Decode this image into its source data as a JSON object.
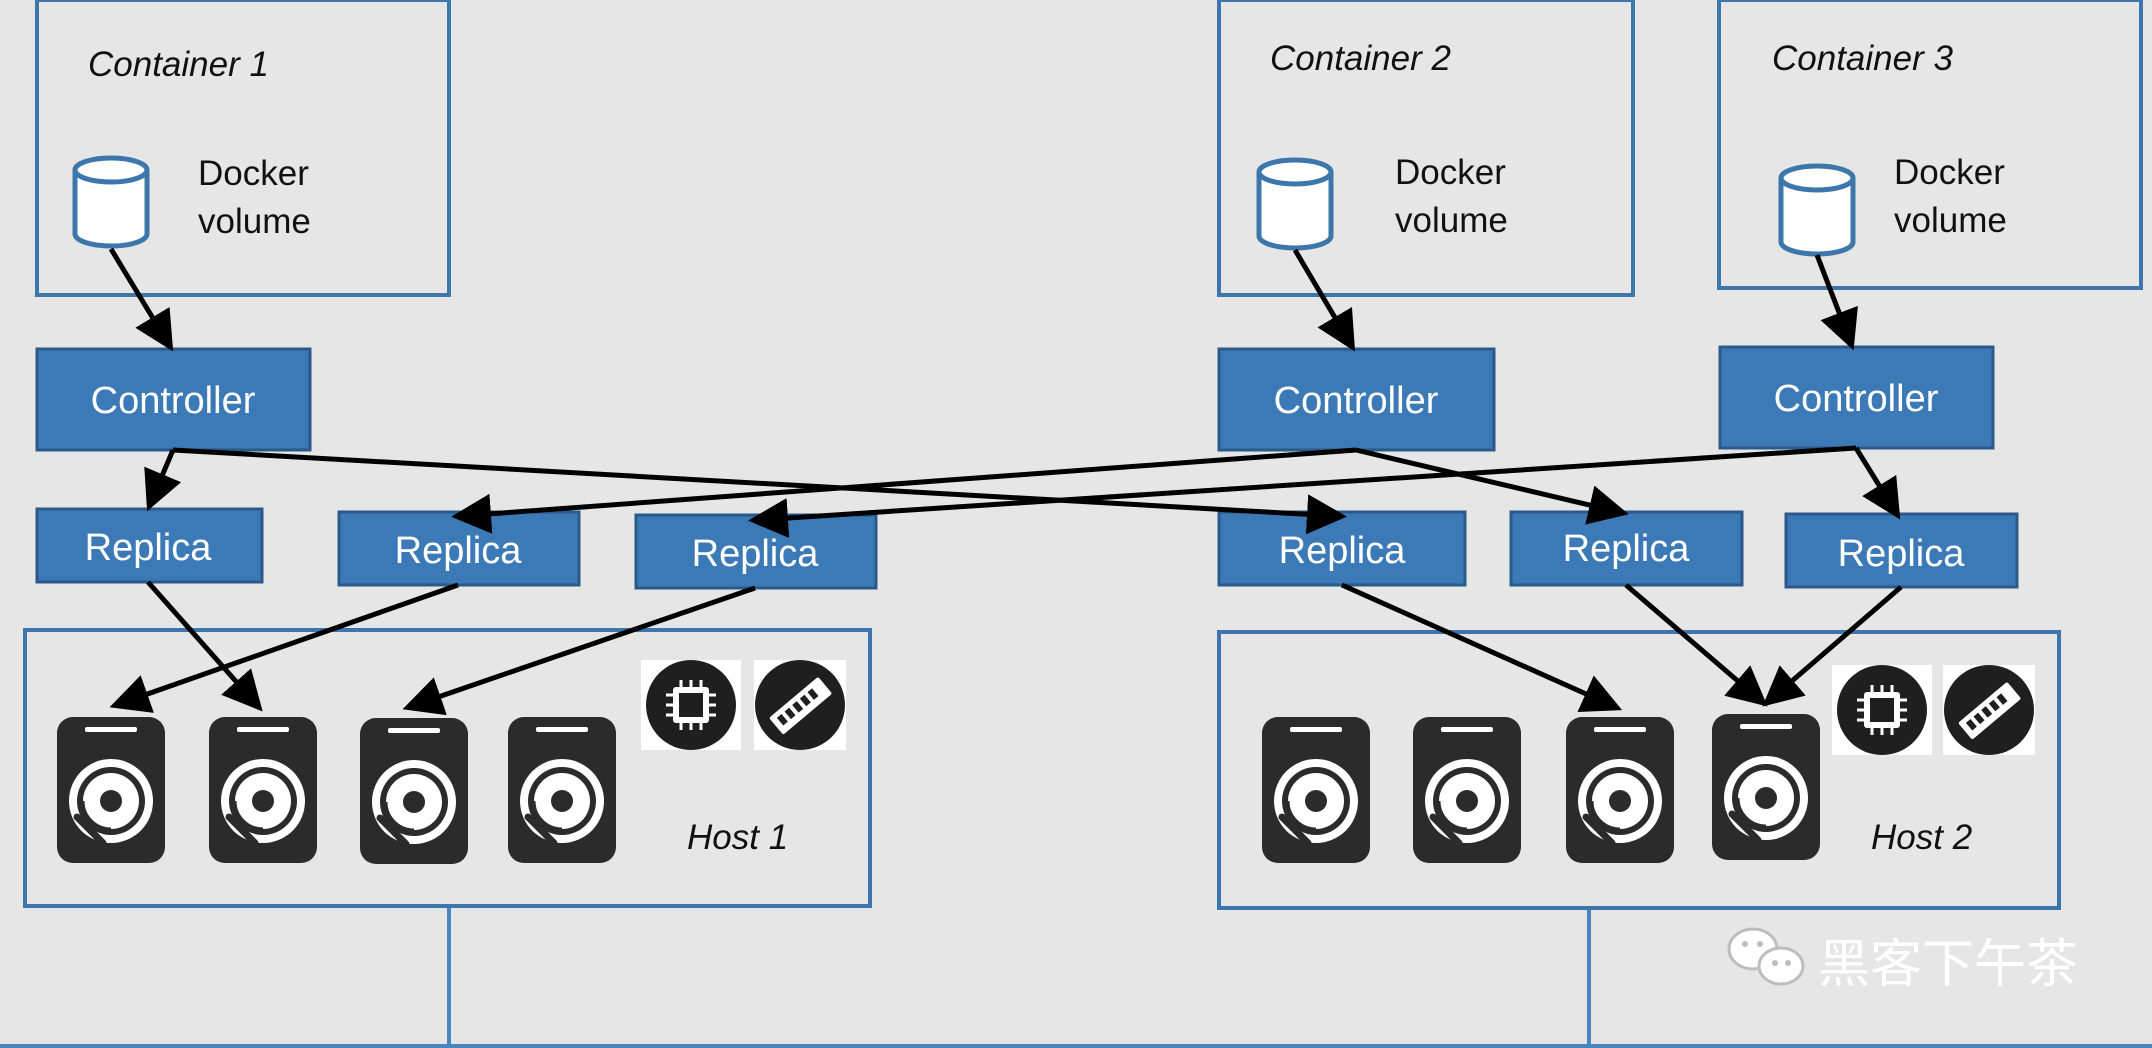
{
  "containers": [
    {
      "label": "Container 1",
      "volume_line1": "Docker",
      "volume_line2": "volume"
    },
    {
      "label": "Container 2",
      "volume_line1": "Docker",
      "volume_line2": "volume"
    },
    {
      "label": "Container 3",
      "volume_line1": "Docker",
      "volume_line2": "volume"
    }
  ],
  "controllers": [
    {
      "label": "Controller"
    },
    {
      "label": "Controller"
    },
    {
      "label": "Controller"
    }
  ],
  "replicas": [
    {
      "label": "Replica"
    },
    {
      "label": "Replica"
    },
    {
      "label": "Replica"
    },
    {
      "label": "Replica"
    },
    {
      "label": "Replica"
    },
    {
      "label": "Replica"
    }
  ],
  "hosts": [
    {
      "label": "Host 1"
    },
    {
      "label": "Host 2"
    }
  ],
  "watermark": {
    "text": "黑客下午茶"
  },
  "colors": {
    "background": "#e6e6e6",
    "box_blue": "#3b7ab6",
    "outline_blue": "#3d76aa",
    "disk": "#2b2b2b"
  }
}
